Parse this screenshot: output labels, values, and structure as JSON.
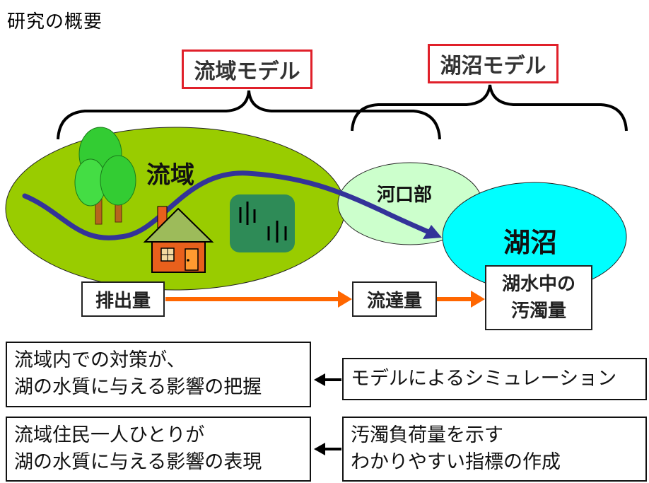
{
  "title": "研究の概要",
  "models": {
    "basin_model": "流域モデル",
    "lake_model": "湖沼モデル"
  },
  "areas": {
    "basin": "流域",
    "estuary": "河口部",
    "lake": "湖沼"
  },
  "flow": {
    "discharge": "排出量",
    "arrival": "流達量",
    "lake_pollution_line1": "湖水中の",
    "lake_pollution_line2": "汚濁量"
  },
  "results": {
    "box1_line1": "流域内での対策が、",
    "box1_line2": "湖の水質に与える影響の把握",
    "box2_line1": "流域住民一人ひとりが",
    "box2_line2": "湖の水質に与える影響の表現"
  },
  "methods": {
    "box1": "モデルによるシミュレーション",
    "box2_line1": "汚濁負荷量を示す",
    "box2_line2": "わかりやすい指標の作成"
  },
  "colors": {
    "basin_fill": "#99cc00",
    "estuary_fill": "#ccffcc",
    "lake_fill": "#00ffff",
    "river": "#333399",
    "flow_arrow": "#ff6600",
    "model_border": "#e0202a",
    "field": "#2e8b57"
  },
  "icons": [
    "tree-icon",
    "house-icon",
    "rice-field-icon"
  ]
}
